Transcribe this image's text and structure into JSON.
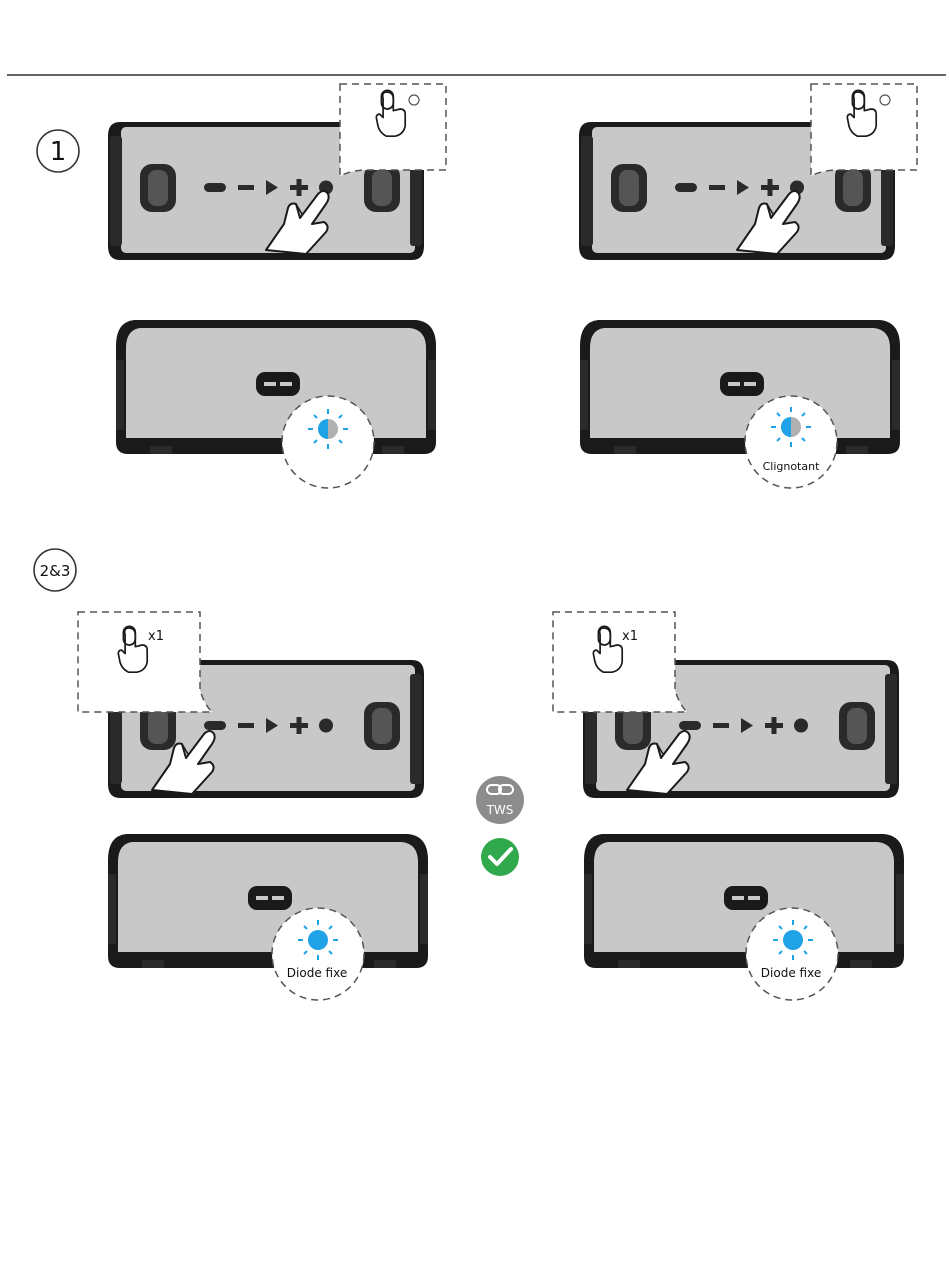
{
  "steps": {
    "step1": "1",
    "step23": "2&3"
  },
  "panels": {
    "step1_right_led_label": "Clignotant",
    "step23_left_led_label": "Diode fixe",
    "step23_right_led_label": "Diode fixe",
    "press_count_left": "x1",
    "press_count_right": "x1"
  },
  "tws": {
    "label": "TWS",
    "status": "connected"
  },
  "colors": {
    "led_blue": "#1fa2e6",
    "success_green": "#2fa94b",
    "speaker_body": "#c8c8c8",
    "speaker_frame": "#1a1a1a",
    "tws_badge": "#8c8c8c"
  },
  "icons": {
    "press_hold": "hand-press-clock-icon",
    "press_once": "hand-press-icon",
    "led_blinking": "half-blue-led-icon",
    "led_solid": "blue-led-icon",
    "tws": "tws-link-icon",
    "check": "check-circle-icon"
  }
}
